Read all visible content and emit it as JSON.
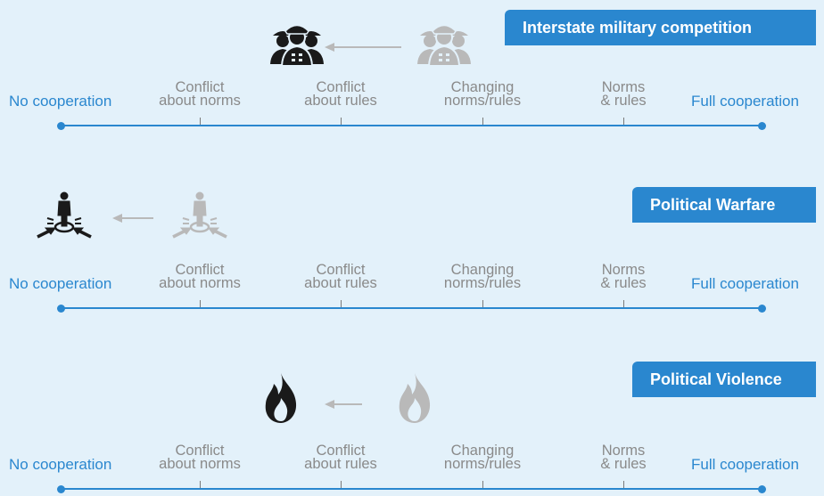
{
  "scale": {
    "left_end": "No cooperation",
    "right_end": "Full cooperation",
    "points": [
      {
        "line1": "Conflict",
        "line2": "about norms"
      },
      {
        "line1": "Conflict",
        "line2": "about rules"
      },
      {
        "line1": "Changing",
        "line2": "norms/rules"
      },
      {
        "line1": "Norms",
        "line2": "& rules"
      }
    ]
  },
  "panels": [
    {
      "title": "Interstate military competition",
      "icon": "soldiers-icon"
    },
    {
      "title": "Political Warfare",
      "icon": "targeted-person-icon"
    },
    {
      "title": "Political Violence",
      "icon": "flame-icon"
    }
  ],
  "colors": {
    "accent": "#2a87cf",
    "background": "#e3f1fa",
    "icon_active": "#1a1a1a",
    "icon_faded": "#b9b9b9",
    "tick_label": "#8a8a8a"
  }
}
